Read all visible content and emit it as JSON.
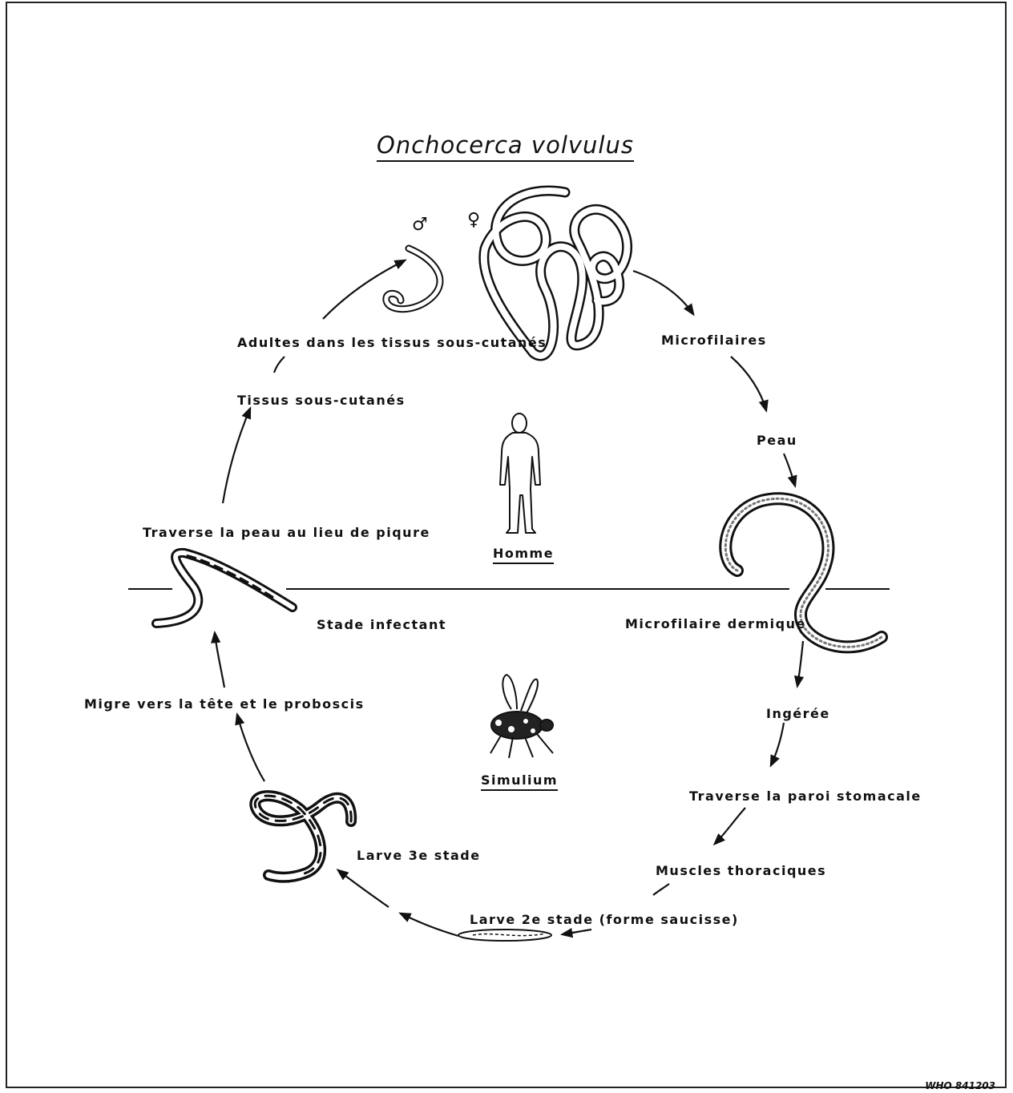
{
  "title": "Onchocerca volvulus",
  "symbols": {
    "male": "♂",
    "female": "♀"
  },
  "hosts": {
    "human": "Homme",
    "vector": "Simulium"
  },
  "stages": {
    "adults": "Adultes dans les tissus sous-cutanés",
    "microfilariae": "Microfilaires",
    "skin": "Peau",
    "dermal_microfilaria": "Microfilaire dermique",
    "ingested": "Ingérée",
    "stomach_wall": "Traverse la paroi stomacale",
    "thoracic_muscles": "Muscles thoraciques",
    "larva2": "Larve 2e stade (forme saucisse)",
    "larva3": "Larve 3e stade",
    "migrates": "Migre vers la tête et le proboscis",
    "infective": "Stade infectant",
    "penetrates": "Traverse la peau au lieu de piqure",
    "subcutaneous": "Tissus sous-cutanés"
  },
  "reference": "WHO 841203"
}
